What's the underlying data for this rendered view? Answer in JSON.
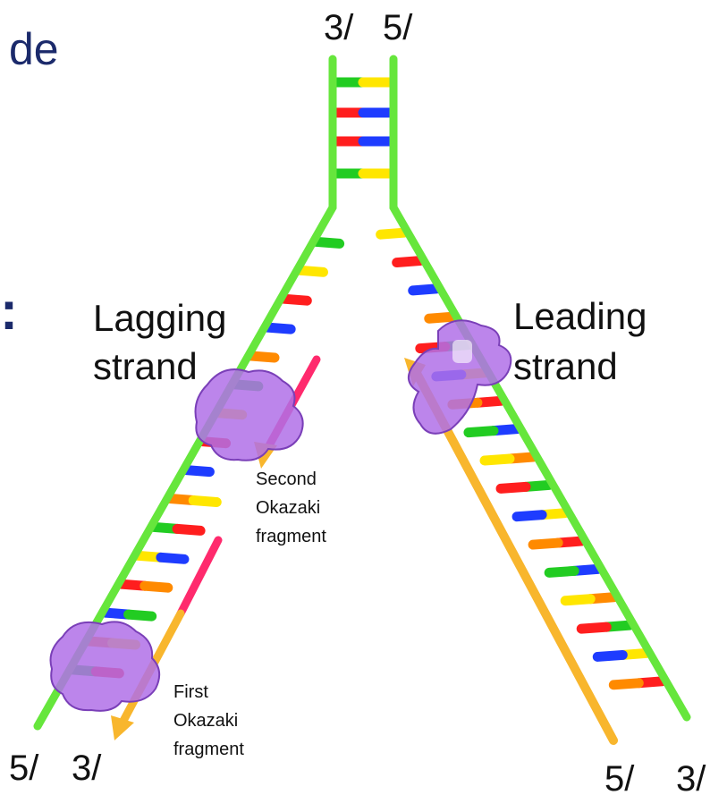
{
  "slide": {
    "title_fragment": "de",
    "side_mark": ":"
  },
  "fork_ends": {
    "top_left": "3/",
    "top_right": "5/",
    "bottom_left_outer": "5/",
    "bottom_left_inner": "3/",
    "bottom_right_inner": "5/",
    "bottom_right_outer": "3/"
  },
  "strands": {
    "lagging": [
      "Lagging",
      "strand"
    ],
    "leading": [
      "Leading",
      "strand"
    ]
  },
  "fragments": {
    "second": [
      "Second",
      "Okazaki",
      "fragment"
    ],
    "first": [
      "First",
      "Okazaki",
      "fragment"
    ]
  },
  "colors": {
    "backbone": "#66e63c",
    "new_strand": "#f8b62d",
    "primer": "#ff2a6d",
    "enzyme": "#b070e8",
    "base_green": "#22cc22",
    "base_yellow": "#ffe600",
    "base_red": "#ff1e1e",
    "base_blue": "#1e3cff",
    "base_orange": "#ff8a00",
    "slide_text": "#1b2a6b"
  }
}
